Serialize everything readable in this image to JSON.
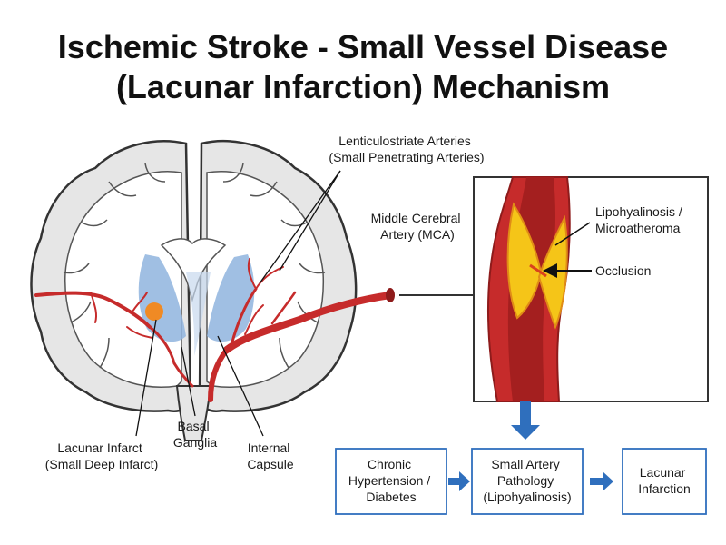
{
  "title": {
    "line1": "Ischemic Stroke - Small Vessel Disease",
    "line2": "(Lacunar Infarction) Mechanism"
  },
  "labels": {
    "lenticulostriate": {
      "line1": "Lenticulostriate Arteries",
      "line2": "(Small Penetrating Arteries)"
    },
    "mca": {
      "line1": "Middle Cerebral",
      "line2": "Artery (MCA)"
    },
    "lacunar_infarct": {
      "line1": "Lacunar Infarct",
      "line2": "(Small Deep Infarct)"
    },
    "basal_ganglia": {
      "line1": "Basal",
      "line2": "Ganglia"
    },
    "internal_capsule": {
      "line1": "Internal",
      "line2": "Capsule"
    },
    "lipohyalinosis": {
      "line1": "Lipohyalinosis /",
      "line2": "Microatheroma"
    },
    "occlusion": "Occlusion"
  },
  "flow": {
    "box1": {
      "line1": "Chronic",
      "line2": "Hypertension /",
      "line3": "Diabetes"
    },
    "box2": {
      "line1": "Small Artery",
      "line2": "Pathology",
      "line3": "(Lipohyalinosis)"
    },
    "box3": {
      "line1": "Lacunar",
      "line2": "Infarction"
    }
  },
  "colors": {
    "artery": "#c62b2b",
    "artery_dark": "#8e1b1b",
    "basal_ganglia": "#8fb4de",
    "infarct": "#f08a24",
    "plaque": "#f5c518",
    "flow_blue": "#2f6fbd",
    "brain_gray": "#e6e6e6"
  }
}
